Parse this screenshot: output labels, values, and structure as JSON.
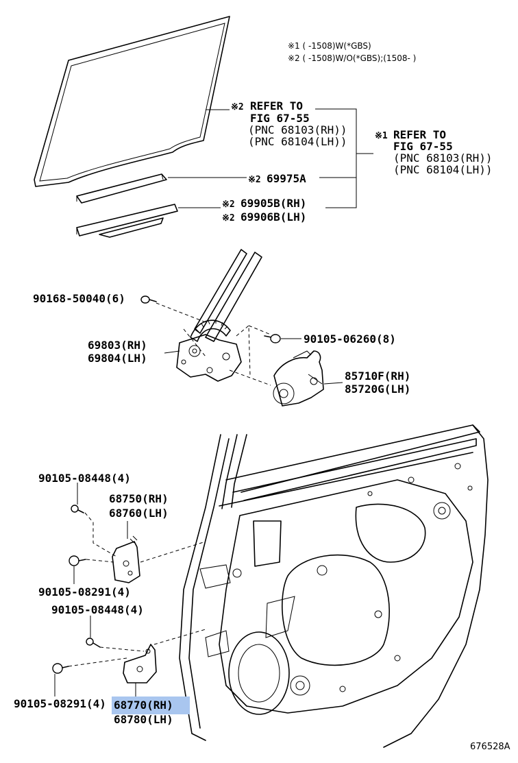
{
  "notes": {
    "n1": "※1 (  -1508)W(*GBS)",
    "n2": "※2 (  -1508)W/O(*GBS);(1508-  )"
  },
  "refer_fig_upper": {
    "mark": "※2",
    "l1": "REFER TO",
    "l2": "FIG 67-55",
    "l3": "(PNC 68103(RH))",
    "l4": "(PNC 68104(LH))"
  },
  "refer_fig_right": {
    "mark": "※1",
    "l1": "REFER TO",
    "l2": "FIG 67-55",
    "l3": "(PNC 68103(RH))",
    "l4": "(PNC 68104(LH))"
  },
  "labels": {
    "p69975a_mark": "※2",
    "p69975a": "69975A",
    "p69905b_mark": "※2",
    "p69905b": "69905B(RH)",
    "p69906b_mark": "※2",
    "p69906b": "69906B(LH)",
    "p90168": "90168-50040(6)",
    "p69803": "69803(RH)",
    "p69804": "69804(LH)",
    "p90105_06260": "90105-06260(8)",
    "p85710f": "85710F(RH)",
    "p85720g": "85720G(LH)",
    "p90105_08448_a": "90105-08448(4)",
    "p68750": "68750(RH)",
    "p68760": "68760(LH)",
    "p90105_08291_a": "90105-08291(4)",
    "p90105_08448_b": "90105-08448(4)",
    "p90105_08291_b": "90105-08291(4)",
    "p68770": "68770(RH)",
    "p68780": "68780(LH)"
  },
  "figure_code": "676528A",
  "colors": {
    "highlight": "#a9c6ef",
    "ink": "#000000"
  }
}
